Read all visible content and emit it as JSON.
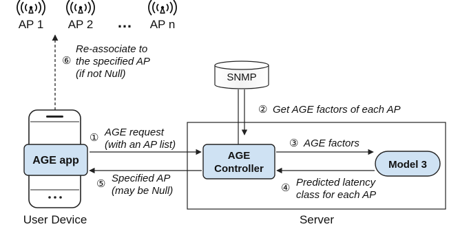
{
  "access_points": [
    {
      "label": "AP 1",
      "icon": "wifi-antenna-icon"
    },
    {
      "label": "AP 2",
      "icon": "wifi-antenna-icon"
    },
    {
      "label": "AP n",
      "icon": "wifi-antenna-icon"
    }
  ],
  "ellipsis": "…",
  "snmp_label": "SNMP",
  "user_device": {
    "app_label": "AGE app",
    "caption": "User Device",
    "icon": "smartphone-icon"
  },
  "server": {
    "caption": "Server",
    "controller_line1": "AGE",
    "controller_line2": "Controller",
    "model_label": "Model 3"
  },
  "steps": {
    "s1_num": "①",
    "s1_line1": "AGE request",
    "s1_line2": "(with an AP list)",
    "s2_num": "②",
    "s2_text": "Get AGE factors of each AP",
    "s3_num": "③",
    "s3_text": "AGE factors",
    "s4_num": "④",
    "s4_line1": "Predicted latency",
    "s4_line2": "class for each AP",
    "s5_num": "⑤",
    "s5_line1": "Specified AP",
    "s5_line2": "(may be Null)",
    "s6_num": "⑥",
    "s6_line1": "Re-associate to",
    "s6_line2": "the specified AP",
    "s6_line3": "(if not Null)"
  },
  "colors": {
    "box_fill": "#cfe2f3",
    "stroke": "#222222"
  }
}
